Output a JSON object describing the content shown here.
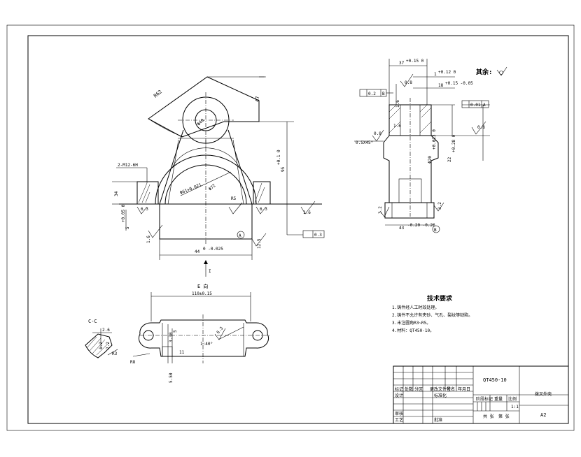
{
  "front_view": {
    "r62": "R62",
    "height47": "47",
    "phi40": "Φ40",
    "thread": "2-M12-6H",
    "dim34": "34",
    "dim5": "5",
    "phi61": "Φ61+0.021",
    "phi72": "Φ72",
    "r5": "R5",
    "dim95": "95",
    "tol95": "+0.1 0",
    "dim5b": "5",
    "tol5b": "+0.05 0",
    "rough63": "6.3",
    "rough63b": "6.3",
    "rough16": "1.6",
    "rough16b": "1.6",
    "rough125": "12.5",
    "flat_tol": "0.3",
    "datum_a": "A",
    "dim44": "44",
    "tol44": "0 -0.025"
  },
  "side_view": {
    "dim37": "37",
    "tol37": "+0.15 0",
    "dim1": "1",
    "tol1": "+0.12 0",
    "dim18": "18",
    "tol18": "+0.15 -0.05",
    "rough08": "0.8",
    "rough16": "1.6",
    "rough16b": "1.6",
    "flat_tol": "0.2",
    "datum_b": "B",
    "parallel_tol": "0.01",
    "datum_a": "A",
    "rough08b": "0.8",
    "chamfer": "0.5X45°",
    "rough08c": "0.8",
    "bore": "Φ20",
    "bore_tol": "+0.023 0",
    "dim22": "22",
    "dim22tol": "+0.28 0",
    "rough32": "3.2",
    "rough32b": "3.2",
    "dim43": "43",
    "tol43": "-0.20 -0.26",
    "datum_b2": "B",
    "rest_label": "其余:"
  },
  "section_arrow": "I",
  "top_view": {
    "label": "E 向",
    "width": "110±0.15",
    "dim5": "5",
    "dim33": "3.30",
    "dim40": "1:40°",
    "rough63": "6.3",
    "dim50": "5.50",
    "r8": "R8",
    "dim11": "11"
  },
  "section_cc": {
    "label": "C-C",
    "dim26": "2.6",
    "dim12": "1.2",
    "dim22": "2.2",
    "r3": "R3"
  },
  "tech_requirements": {
    "title": "技术要求",
    "items": [
      "1.铸件经人工时效处理。",
      "2.铸件不允许有夹砂、气孔、裂纹等缺陷。",
      "3.未注圆角R3~R5。",
      "4.材料：QT450-10。"
    ]
  },
  "title_block": {
    "material": "QT450-10",
    "part_name": "拨叉外壳",
    "row_headers": [
      "标记",
      "处数",
      "分区",
      "更改文件号",
      "签名",
      "年月日"
    ],
    "designer": "设计",
    "standard": "标准化",
    "stage_labels": [
      "阶段标记",
      "重量",
      "比例"
    ],
    "scale": "1:1",
    "checker": "审核",
    "process": "工艺",
    "approve": "批准",
    "sheet_text": [
      "共 张",
      "第 张"
    ],
    "size": "A2"
  }
}
